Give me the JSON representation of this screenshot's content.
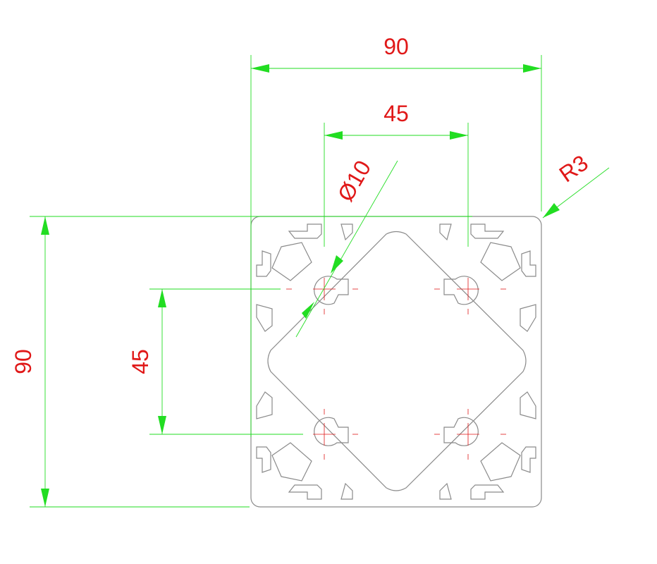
{
  "colors": {
    "dimension": "#22dd22",
    "text": "#e01818",
    "outline": "#8a8a8a",
    "center_mark": "#e01818",
    "background": "#ffffff"
  },
  "dimensions": {
    "overall_width": "90",
    "hole_spacing_horizontal": "45",
    "hole_diameter": "Ø10",
    "corner_radius": "R3",
    "overall_height": "90",
    "hole_spacing_vertical": "45"
  }
}
